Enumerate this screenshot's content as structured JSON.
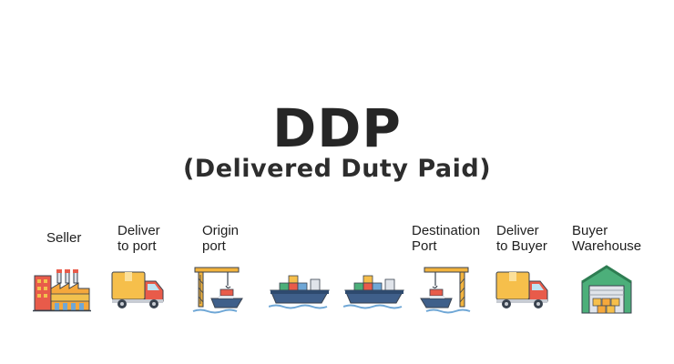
{
  "title": "DDP",
  "subtitle": "(Delivered Duty Paid)",
  "steps": [
    {
      "label": "Seller",
      "icon": "factory-icon"
    },
    {
      "label": "Deliver\nto port",
      "icon": "delivery-truck-icon"
    },
    {
      "label": "Origin\nport",
      "icon": "port-crane-icon"
    },
    {
      "label": "",
      "icon": "cargo-ship-icon"
    },
    {
      "label": "",
      "icon": "cargo-ship-icon"
    },
    {
      "label": "Destination\nPort",
      "icon": "port-crane-icon"
    },
    {
      "label": "Deliver\nto Buyer",
      "icon": "delivery-truck-icon"
    },
    {
      "label": "Buyer\nWarehouse",
      "icon": "warehouse-icon"
    }
  ]
}
